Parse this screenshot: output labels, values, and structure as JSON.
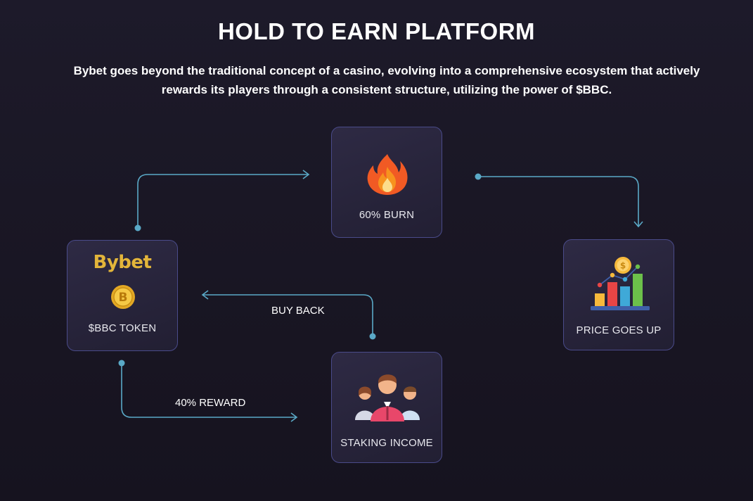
{
  "header": {
    "title": "HOLD TO EARN PLATFORM",
    "subtitle": "Bybet goes beyond the traditional concept of a casino, evolving into a comprehensive ecosystem that actively rewards its players through a consistent structure, utilizing the power of $BBC."
  },
  "nodes": {
    "burn": {
      "label": "60% BURN",
      "icon": "fire-icon"
    },
    "price": {
      "label": "PRICE GOES UP",
      "icon": "bar-chart-coin-icon"
    },
    "token": {
      "label": "$BBC TOKEN",
      "logo_text": "Bybet",
      "icon": "bbc-coin-icon"
    },
    "staking": {
      "label": "STAKING INCOME",
      "icon": "people-group-icon"
    }
  },
  "flows": {
    "buy_back": "BUY BACK",
    "reward": "40% REWARD"
  },
  "colors": {
    "connector": "#5aa9c7",
    "card_border": "#4a4b8a",
    "gold": "#e3b53a"
  }
}
